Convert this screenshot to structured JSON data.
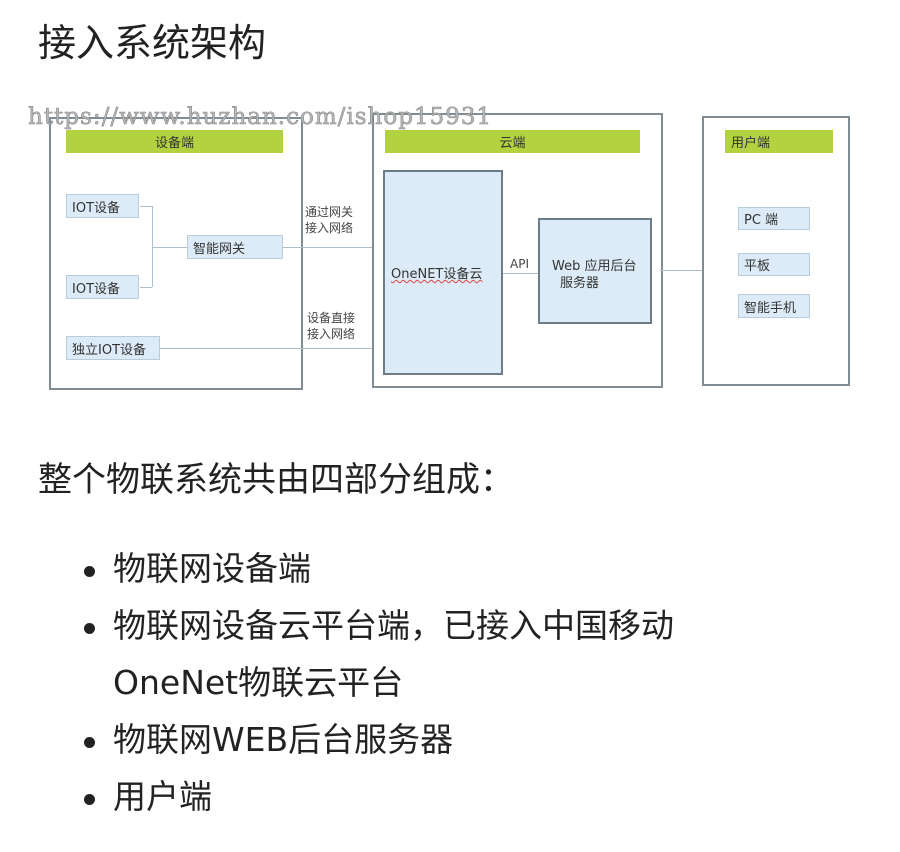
{
  "title": "接入系统架构",
  "watermark": "https://www.huzhan.com/ishop15931",
  "diagram": {
    "device_side": {
      "header": "设备端",
      "iot1": "IOT设备",
      "iot2": "IOT设备",
      "gateway": "智能网关",
      "standalone": "独立IOT设备"
    },
    "via_gateway": "通过网关接入网络",
    "via_gateway_lines": [
      "通过网关",
      "接入网络"
    ],
    "direct_lines": [
      "设备直接",
      "接入网络"
    ],
    "cloud_side": {
      "header": "云端",
      "onenet": "OneNET设备云",
      "api": "API",
      "web_lines": [
        "Web 应用后台",
        "服务器"
      ]
    },
    "user_side": {
      "header": "用户端",
      "pc": "PC 端",
      "tablet": "平板",
      "phone": "智能手机"
    }
  },
  "summary": "整个物联系统共由四部分组成：",
  "bullets": [
    "物联网设备端",
    "物联网设备云平台端，已接入中国移动",
    "物联网WEB后台服务器",
    "用户端"
  ],
  "bullet2_cont": "OneNet物联云平台"
}
